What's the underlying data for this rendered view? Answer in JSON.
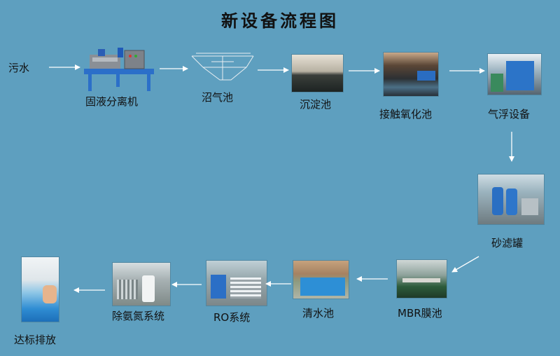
{
  "title": "新设备流程图",
  "nodes": [
    {
      "id": "wastewater",
      "label": "污水"
    },
    {
      "id": "separator",
      "label": "固液分离机"
    },
    {
      "id": "biogas",
      "label": "沼气池"
    },
    {
      "id": "settling",
      "label": "沉淀池"
    },
    {
      "id": "contact",
      "label": "接触氧化池"
    },
    {
      "id": "flotation",
      "label": "气浮设备"
    },
    {
      "id": "sand",
      "label": "砂滤罐"
    },
    {
      "id": "mbr",
      "label": "MBR膜池"
    },
    {
      "id": "clear",
      "label": "清水池"
    },
    {
      "id": "ro",
      "label": "RO系统"
    },
    {
      "id": "ammonia",
      "label": "除氨氮系统"
    },
    {
      "id": "discharge",
      "label": "达标排放"
    }
  ],
  "colors": {
    "background": "#5e9fbf",
    "arrow": "#ffffff",
    "text": "#111111"
  }
}
